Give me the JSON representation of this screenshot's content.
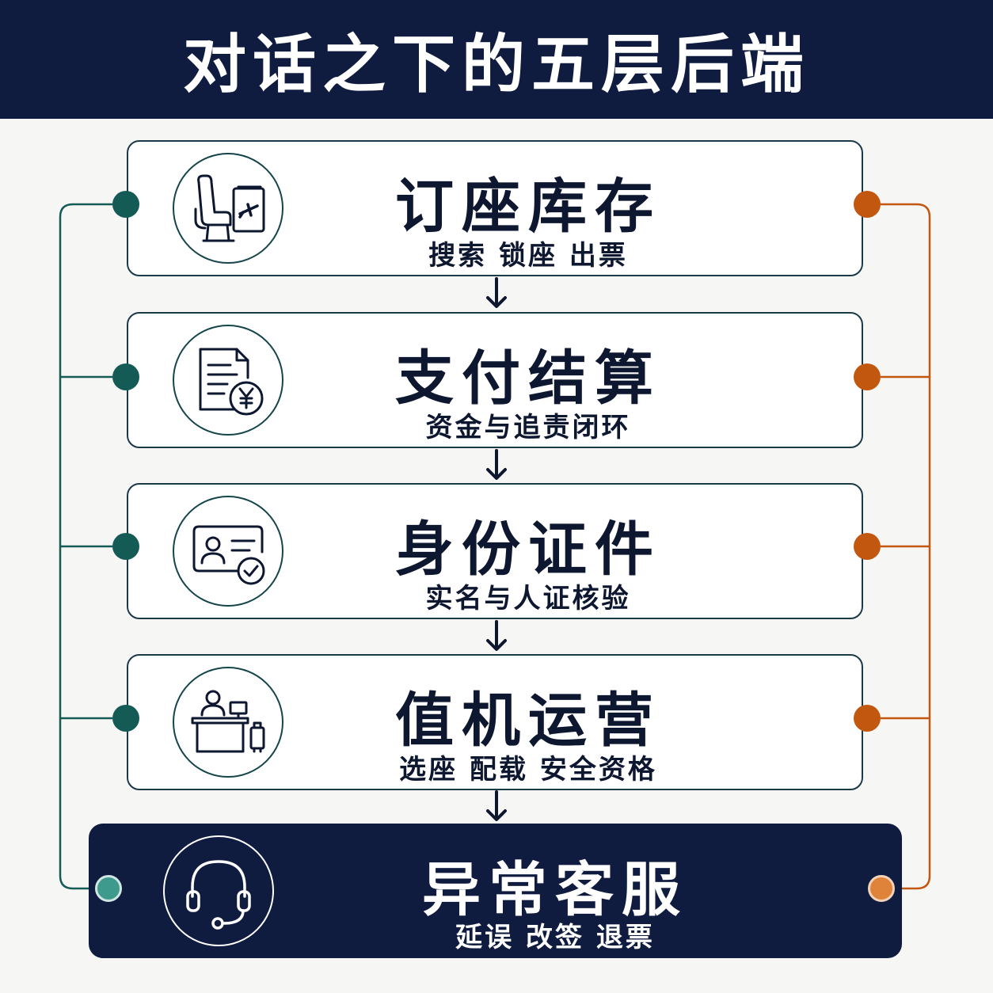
{
  "header": {
    "title": "对话之下的五层后端"
  },
  "layers": [
    {
      "title": "订座库存",
      "subtitle": "搜索 锁座 出票",
      "icon": "seat-ticket-icon"
    },
    {
      "title": "支付结算",
      "subtitle": "资金与追责闭环",
      "icon": "invoice-yuan-icon"
    },
    {
      "title": "身份证件",
      "subtitle": "实名与人证核验",
      "icon": "id-card-check-icon"
    },
    {
      "title": "值机运营",
      "subtitle": "选座 配载 安全资格",
      "icon": "checkin-desk-icon"
    },
    {
      "title": "异常客服",
      "subtitle": "延误 改签 退票",
      "icon": "headset-icon"
    }
  ],
  "colors": {
    "navy": "#0f1c3f",
    "teal": "#145a55",
    "orange": "#c2570f",
    "background": "#f6f6f5"
  }
}
